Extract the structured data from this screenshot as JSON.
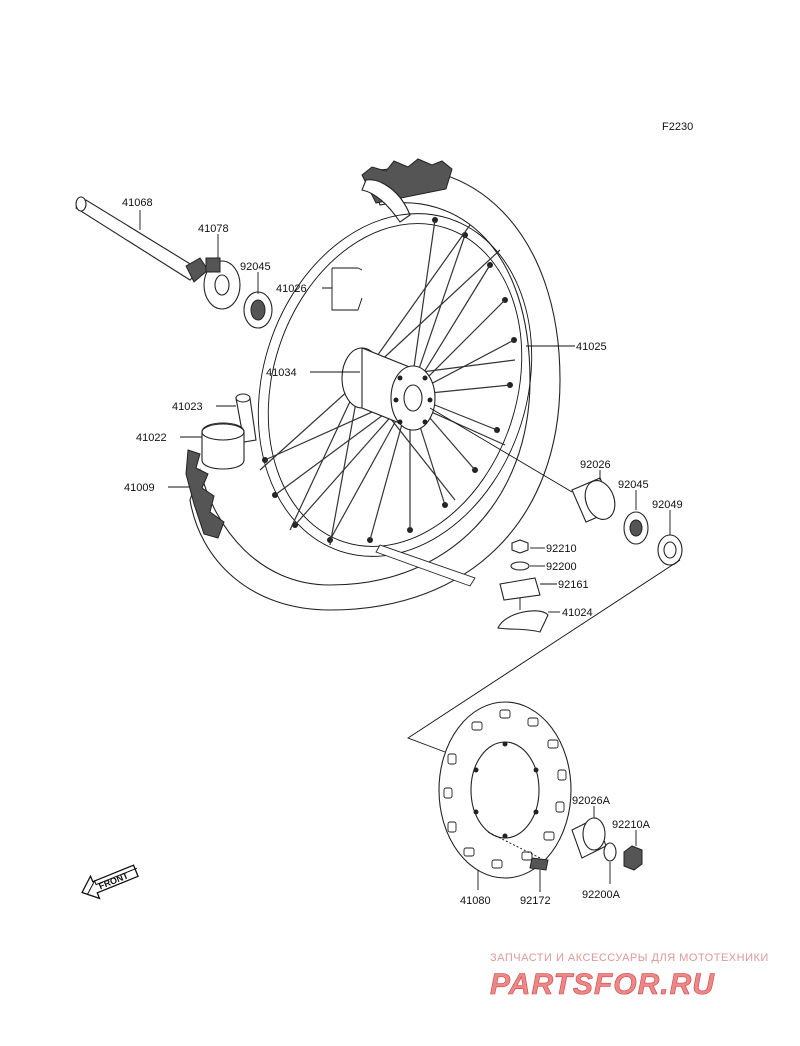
{
  "figure_code": "F2230",
  "front_label": "FRONT",
  "labels": {
    "p41068": "41068",
    "p41078": "41078",
    "p92045_a": "92045",
    "p41026": "41026",
    "p41025": "41025",
    "p41034": "41034",
    "p41023": "41023",
    "p41022": "41022",
    "p41009": "41009",
    "p92026": "92026",
    "p92045_b": "92045",
    "p92049": "92049",
    "p92210": "92210",
    "p92200": "92200",
    "p92161": "92161",
    "p41024": "41024",
    "p92026A": "92026A",
    "p92210A": "92210A",
    "p92200A": "92200A",
    "p41080": "41080",
    "p92172": "92172"
  },
  "watermark": {
    "tagline": "ЗАПЧАСТИ И АКСЕССУАРЫ ДЛЯ МОТОТЕХНИКИ",
    "brand": "PARTSFOR.RU"
  }
}
